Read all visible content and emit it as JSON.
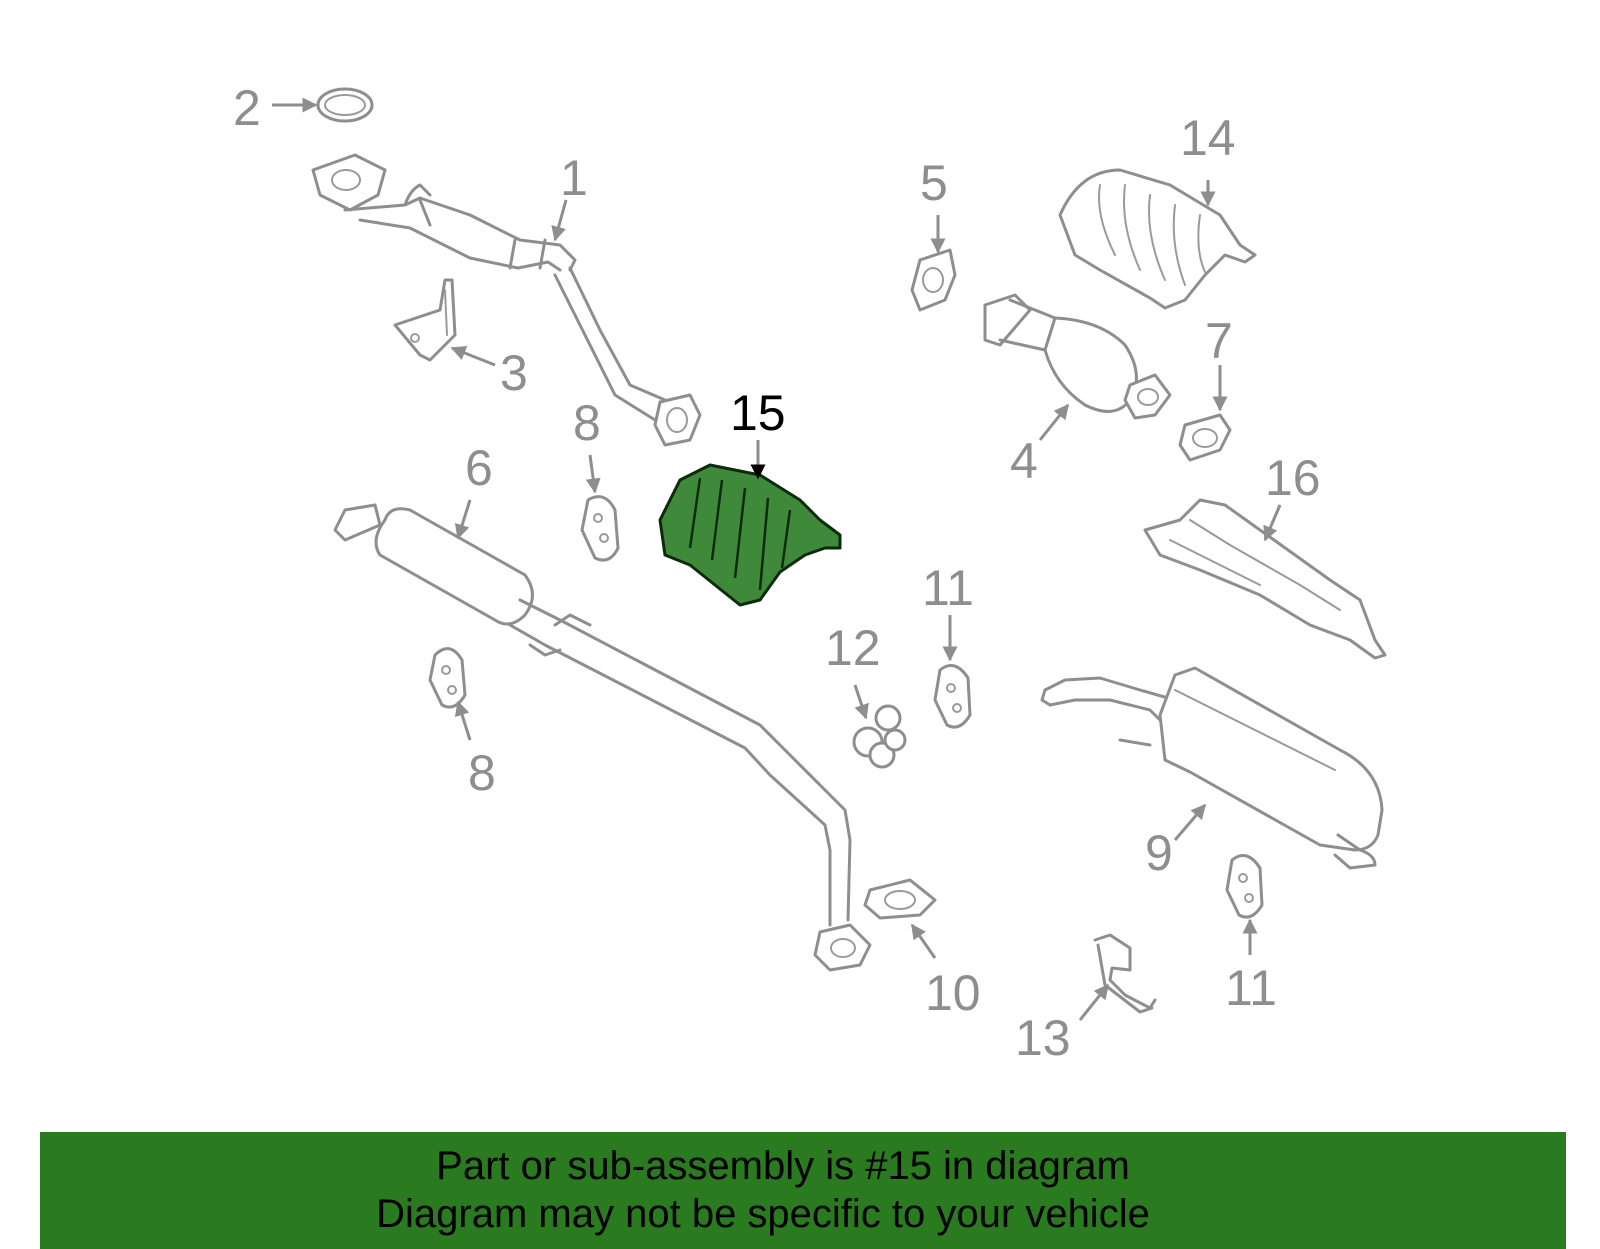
{
  "callouts": {
    "c1": "1",
    "c2": "2",
    "c3": "3",
    "c4": "4",
    "c5": "5",
    "c6": "6",
    "c7": "7",
    "c8a": "8",
    "c8b": "8",
    "c9": "9",
    "c10": "10",
    "c11a": "11",
    "c11b": "11",
    "c12": "12",
    "c13": "13",
    "c14": "14",
    "c15": "15",
    "c16": "16"
  },
  "highlighted_part": "15",
  "colors": {
    "line_gray": "#8e8e8e",
    "highlight_fill": "#3f8a3a",
    "banner_bg": "#2a7a1f"
  },
  "banner": {
    "line1": "Part or sub-assembly is #15 in diagram",
    "line2": "Diagram may not be specific to your vehicle"
  }
}
